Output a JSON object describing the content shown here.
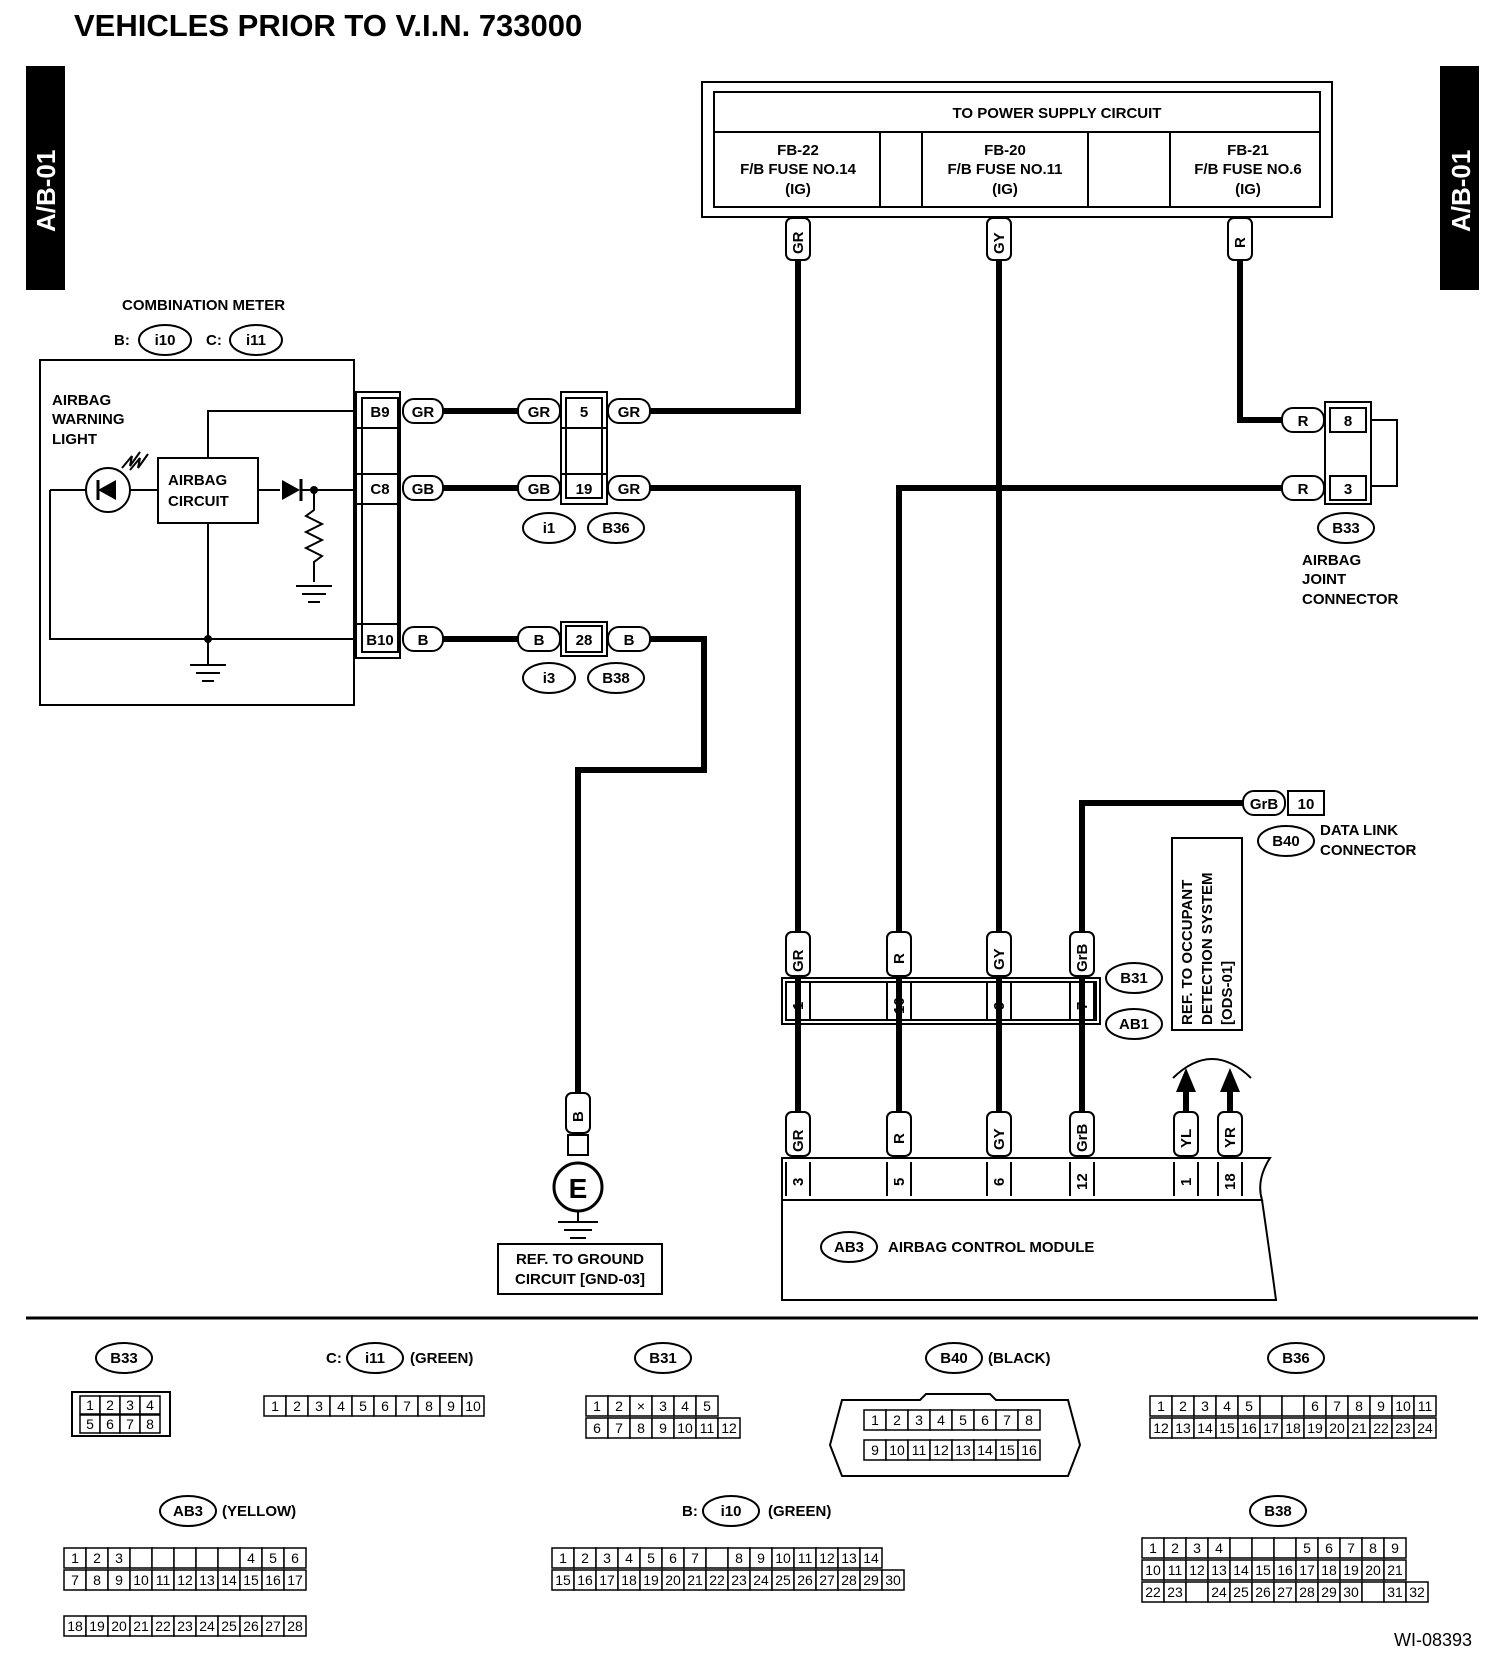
{
  "title": "VEHICLES PRIOR TO V.I.N. 733000",
  "side_tab_left": "A/B-01",
  "side_tab_right": "A/B-01",
  "power_supply": {
    "header": "TO POWER SUPPLY CIRCUIT",
    "fuses": [
      {
        "line1": "FB-22",
        "line2": "F/B FUSE NO.14",
        "line3": "(IG)",
        "wire": "GR"
      },
      {
        "line1": "FB-20",
        "line2": "F/B FUSE NO.11",
        "line3": "(IG)",
        "wire": "GY"
      },
      {
        "line1": "FB-21",
        "line2": "F/B FUSE NO.6",
        "line3": "(IG)",
        "wire": "R"
      }
    ]
  },
  "combination_meter": {
    "label": "COMBINATION METER",
    "b_prefix": "B:",
    "b_conn": "i10",
    "c_prefix": "C:",
    "c_conn": "i11",
    "warning_light_lines": [
      "AIRBAG",
      "WARNING",
      "LIGHT"
    ],
    "circuit_lines": [
      "AIRBAG",
      "CIRCUIT"
    ],
    "pins": [
      {
        "pin": "B9",
        "wire": "GR"
      },
      {
        "pin": "C8",
        "wire": "GB"
      },
      {
        "pin": "B10",
        "wire": "B"
      }
    ]
  },
  "junction_b36": {
    "left": "i1",
    "right": "B36",
    "rows": [
      {
        "wl": "GR",
        "pin": "5",
        "wr": "GR"
      },
      {
        "wl": "GB",
        "pin": "19",
        "wr": "GR"
      }
    ]
  },
  "junction_b38": {
    "left": "i3",
    "right": "B38",
    "row": {
      "wl": "B",
      "pin": "28",
      "wr": "B"
    }
  },
  "airbag_joint": {
    "conn": "B33",
    "label_lines": [
      "AIRBAG",
      "JOINT",
      "CONNECTOR"
    ],
    "pins": [
      {
        "wire": "R",
        "pin": "8"
      },
      {
        "wire": "R",
        "pin": "3"
      }
    ]
  },
  "data_link": {
    "conn": "B40",
    "wire": "GrB",
    "pin": "10",
    "label_lines": [
      "DATA LINK",
      "CONNECTOR"
    ]
  },
  "ods_ref": [
    "REF. TO OCCUPANT",
    "DETECTION  SYSTEM",
    "[ODS-01]"
  ],
  "b31_connector": {
    "top": "B31",
    "bottom": "AB1",
    "pins": [
      {
        "wire": "GR",
        "pin": "1"
      },
      {
        "wire": "R",
        "pin": "10"
      },
      {
        "wire": "GY",
        "pin": "9"
      },
      {
        "wire": "GrB",
        "pin": "7"
      }
    ]
  },
  "control_module": {
    "conn": "AB3",
    "label": "AIRBAG CONTROL MODULE",
    "pins": [
      {
        "wire": "GR",
        "pin": "3"
      },
      {
        "wire": "R",
        "pin": "5"
      },
      {
        "wire": "GY",
        "pin": "6"
      },
      {
        "wire": "GrB",
        "pin": "12"
      },
      {
        "wire": "YL",
        "pin": "1"
      },
      {
        "wire": "YR",
        "pin": "18"
      }
    ]
  },
  "ground": {
    "wire": "B",
    "symbol": "E",
    "ref_lines": [
      "REF. TO GROUND",
      "CIRCUIT [GND-03]"
    ]
  },
  "connector_views": {
    "b33": {
      "name": "B33",
      "row1": [
        "1",
        "2",
        "3",
        "4"
      ],
      "row2": [
        "5",
        "6",
        "7",
        "8"
      ]
    },
    "i11": {
      "prefix": "C:",
      "name": "i11",
      "color": "(GREEN)",
      "row1": [
        "1",
        "2",
        "3",
        "4",
        "5",
        "6",
        "7",
        "8",
        "9",
        "10"
      ]
    },
    "b31": {
      "name": "B31",
      "row1": [
        "1",
        "2",
        "",
        "3",
        "4",
        "5"
      ],
      "row2": [
        "6",
        "7",
        "8",
        "9",
        "10",
        "11",
        "12"
      ]
    },
    "b40": {
      "name": "B40",
      "color": "(BLACK)",
      "row1": [
        "1",
        "2",
        "3",
        "4",
        "5",
        "6",
        "7",
        "8"
      ],
      "row2": [
        "9",
        "10",
        "11",
        "12",
        "13",
        "14",
        "15",
        "16"
      ]
    },
    "b36": {
      "name": "B36",
      "row1": [
        "1",
        "2",
        "3",
        "4",
        "5",
        "",
        "",
        "6",
        "7",
        "8",
        "9",
        "10",
        "11"
      ],
      "row2": [
        "12",
        "13",
        "14",
        "15",
        "16",
        "17",
        "18",
        "19",
        "20",
        "21",
        "22",
        "23",
        "24"
      ]
    },
    "ab3": {
      "name": "AB3",
      "color": "(YELLOW)",
      "row1": [
        "1",
        "2",
        "3",
        "",
        "",
        "",
        "",
        "",
        "4",
        "5",
        "6"
      ],
      "row2": [
        "7",
        "8",
        "9",
        "10",
        "11",
        "12",
        "13",
        "14",
        "15",
        "16",
        "17"
      ],
      "row3": [
        "18",
        "19",
        "20",
        "21",
        "22",
        "23",
        "24",
        "25",
        "26",
        "27",
        "28"
      ]
    },
    "i10": {
      "prefix": "B:",
      "name": "i10",
      "color": "(GREEN)",
      "row1": [
        "1",
        "2",
        "3",
        "4",
        "5",
        "6",
        "7",
        "",
        "8",
        "9",
        "10",
        "11",
        "12",
        "13",
        "14"
      ],
      "row2": [
        "15",
        "16",
        "17",
        "18",
        "19",
        "20",
        "21",
        "22",
        "23",
        "24",
        "25",
        "26",
        "27",
        "28",
        "29",
        "30"
      ]
    },
    "b38": {
      "name": "B38",
      "row1": [
        "1",
        "2",
        "3",
        "4",
        "",
        "",
        "",
        "5",
        "6",
        "7",
        "8",
        "9"
      ],
      "row2": [
        "10",
        "11",
        "12",
        "13",
        "14",
        "15",
        "16",
        "17",
        "18",
        "19",
        "20",
        "21"
      ],
      "row3": [
        "22",
        "23",
        "",
        "24",
        "25",
        "26",
        "27",
        "28",
        "29",
        "30",
        "",
        "31",
        "32"
      ]
    }
  },
  "figure_id": "WI-08393"
}
